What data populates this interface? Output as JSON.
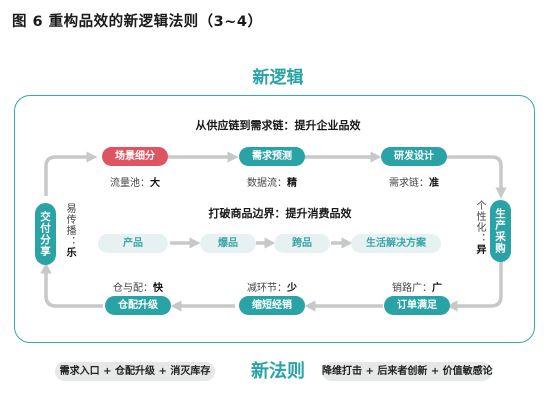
{
  "figure_title": "图 6  重构品效的新逻辑法则（3~4）",
  "main_title": "新逻辑",
  "top_subtitle": "从供应链到需求链：提升企业品效",
  "middle_subtitle": "打破商品边界：提升消费品效",
  "top_row": [
    {
      "label": "场景细分",
      "sub_prefix": "流量池：",
      "sub_value": "大"
    },
    {
      "label": "需求预测",
      "sub_prefix": "数据流：",
      "sub_value": "精"
    },
    {
      "label": "研发设计",
      "sub_prefix": "需求链：",
      "sub_value": "准"
    }
  ],
  "bottom_row": [
    {
      "label": "仓配升级",
      "sub_prefix": "仓与配：",
      "sub_value": "快"
    },
    {
      "label": "缩短经销",
      "sub_prefix": "减环节：",
      "sub_value": "少"
    },
    {
      "label": "订单满足",
      "sub_prefix": "销路广：",
      "sub_value": "广"
    }
  ],
  "left_side": {
    "label": "交付分享",
    "sub_prefix": "易传播：",
    "sub_value": "乐"
  },
  "right_side": {
    "label": "生产采购",
    "sub_prefix": "个性化：",
    "sub_value": "异"
  },
  "middle_row": [
    "产品",
    "爆品",
    "跨品",
    "生活解决方案"
  ],
  "bottom_title": "新法则",
  "bottom_left": "需求入口 + 仓配升级 + 消灭库存",
  "bottom_right": "降维打击 + 后来者创新 + 价值敏感论",
  "colors": {
    "teal": "#2aa3a6",
    "red": "#de5463",
    "arrow": "#c7c9c9"
  }
}
